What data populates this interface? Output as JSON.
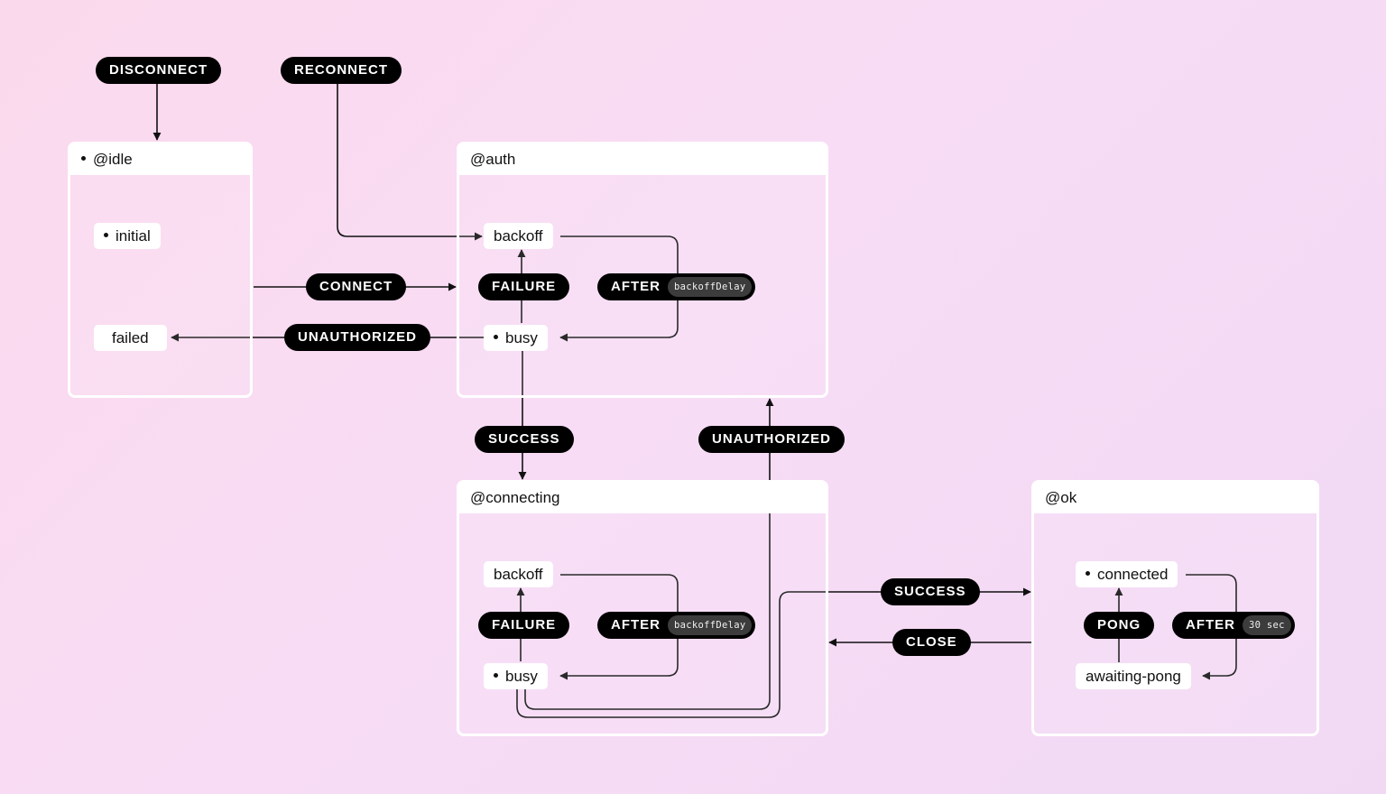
{
  "groups": {
    "idle": "@idle",
    "auth": "@auth",
    "connecting": "@connecting",
    "ok": "@ok"
  },
  "states": {
    "idle_initial": "initial",
    "idle_failed": "failed",
    "auth_backoff": "backoff",
    "auth_busy": "busy",
    "connecting_backoff": "backoff",
    "connecting_busy": "busy",
    "ok_connected": "connected",
    "ok_awaiting_pong": "awaiting-pong"
  },
  "events": {
    "disconnect": "DISCONNECT",
    "reconnect": "RECONNECT",
    "connect": "CONNECT",
    "unauthorized_auth": "UNAUTHORIZED",
    "failure_auth": "FAILURE",
    "after_auth": "AFTER",
    "after_auth_delay": "backoffDelay",
    "success_auth": "SUCCESS",
    "unauthorized_connecting": "UNAUTHORIZED",
    "failure_connecting": "FAILURE",
    "after_connecting": "AFTER",
    "after_connecting_delay": "backoffDelay",
    "success_connecting": "SUCCESS",
    "close": "CLOSE",
    "pong": "PONG",
    "after_ok": "AFTER",
    "after_ok_delay": "30 sec"
  },
  "colors": {
    "background_start": "#fbd9ec",
    "background_end": "#f1d9f4",
    "event_pill": "#000000",
    "delay_badge": "#3c3c3c",
    "state_box": "#ffffff",
    "wire": "#111111"
  }
}
